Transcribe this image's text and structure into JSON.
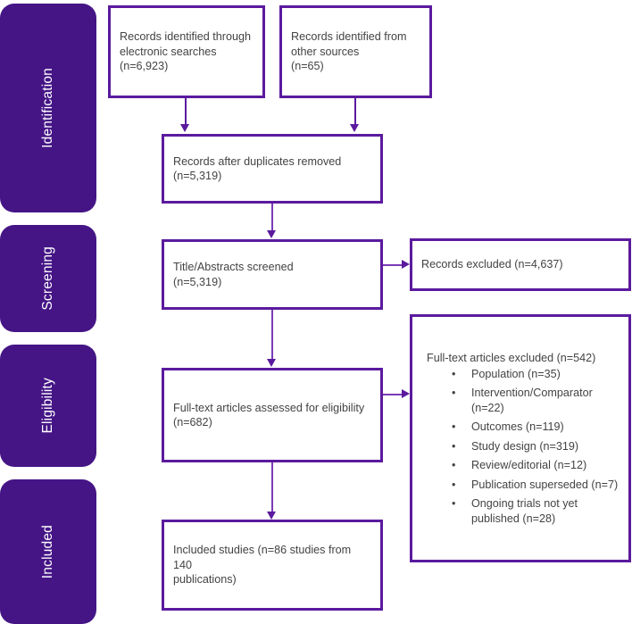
{
  "diagram": {
    "title": "PRISMA study selection flow diagram",
    "colors": {
      "stage_bar_fill": "#451586",
      "stage_bar_text": "#ffffff",
      "box_border": "#5B1A9E",
      "box_fill": "#ffffff",
      "box_text": "#434343",
      "connector": "#5B1A9E",
      "connector_light": "#7B3BB5"
    }
  },
  "stages": [
    {
      "id": "identification",
      "label": "Identification"
    },
    {
      "id": "screening",
      "label": "Screening"
    },
    {
      "id": "eligibility",
      "label": "Eligibility"
    },
    {
      "id": "included",
      "label": "Included"
    }
  ],
  "boxes": {
    "records_electronic": "Records identified through\nelectronic searches\n(n=6,923)",
    "records_other": "Records identified from\nother sources\n(n=65)",
    "after_duplicates": "Records after duplicates removed\n(n=5,319)",
    "titles_screened": "Title/Abstracts screened\n(n=5,319)",
    "records_excluded": "Records excluded (n=4,637)",
    "fulltext_assessed": "Full-text articles assessed for eligibility\n(n=682)",
    "included_studies": "Included studies (n=86 studies from 140\npublications)"
  },
  "fulltext_excluded": {
    "header": "Full-text articles excluded (n=542)",
    "bullet_glyph": "•",
    "reasons": [
      "Population (n=35)",
      "Intervention/Comparator\n(n=22)",
      "Outcomes (n=119)",
      "Study design (n=319)",
      "Review/editorial (n=12)",
      "Publication superseded (n=7)",
      "Ongoing trials not yet\npublished (n=28)"
    ]
  },
  "chart_data": {
    "type": "diagram",
    "title": "PRISMA flow diagram",
    "nodes": [
      {
        "id": "records_electronic",
        "stage": "Identification",
        "label": "Records identified through electronic searches",
        "n": 6923
      },
      {
        "id": "records_other",
        "stage": "Identification",
        "label": "Records identified from other sources",
        "n": 65
      },
      {
        "id": "after_duplicates",
        "stage": "Identification",
        "label": "Records after duplicates removed",
        "n": 5319
      },
      {
        "id": "titles_screened",
        "stage": "Screening",
        "label": "Title/Abstracts screened",
        "n": 5319
      },
      {
        "id": "records_excluded",
        "stage": "Screening",
        "label": "Records excluded",
        "n": 4637
      },
      {
        "id": "fulltext_assessed",
        "stage": "Eligibility",
        "label": "Full-text articles assessed for eligibility",
        "n": 682
      },
      {
        "id": "fulltext_excluded",
        "stage": "Eligibility",
        "label": "Full-text articles excluded",
        "n": 542
      },
      {
        "id": "included_studies",
        "stage": "Included",
        "label": "Included studies",
        "n": 86,
        "publications": 140
      }
    ],
    "exclusion_reasons": [
      {
        "reason": "Population",
        "n": 35
      },
      {
        "reason": "Intervention/Comparator",
        "n": 22
      },
      {
        "reason": "Outcomes",
        "n": 119
      },
      {
        "reason": "Study design",
        "n": 319
      },
      {
        "reason": "Review/editorial",
        "n": 12
      },
      {
        "reason": "Publication superseded",
        "n": 7
      },
      {
        "reason": "Ongoing trials not yet published",
        "n": 28
      }
    ],
    "edges": [
      {
        "from": "records_electronic",
        "to": "after_duplicates"
      },
      {
        "from": "records_other",
        "to": "after_duplicates"
      },
      {
        "from": "after_duplicates",
        "to": "titles_screened"
      },
      {
        "from": "titles_screened",
        "to": "records_excluded"
      },
      {
        "from": "titles_screened",
        "to": "fulltext_assessed"
      },
      {
        "from": "fulltext_assessed",
        "to": "fulltext_excluded"
      },
      {
        "from": "fulltext_assessed",
        "to": "included_studies"
      }
    ]
  }
}
